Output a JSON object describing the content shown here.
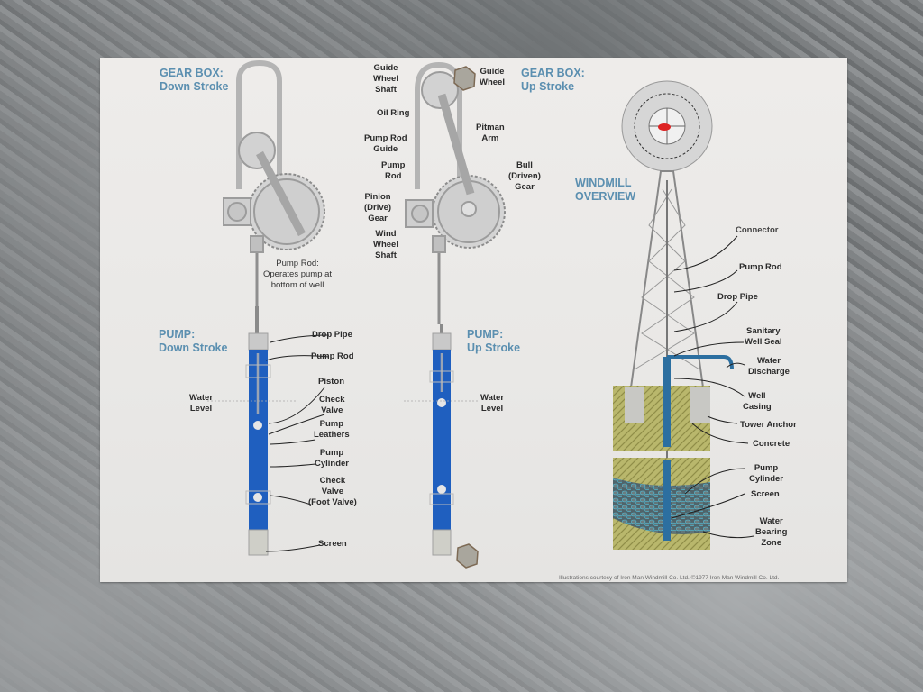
{
  "sections": {
    "gearbox_down": {
      "title": "GEAR BOX:\nDown Stroke",
      "pump_rod_note": "Pump Rod:\nOperates pump at\nbottom of well"
    },
    "gearbox_up": {
      "title": "GEAR BOX:\nUp Stroke",
      "labels": {
        "guide_wheel_shaft": "Guide\nWheel\nShaft",
        "guide_wheel": "Guide\nWheel",
        "oil_ring": "Oil Ring",
        "pitman_arm": "Pitman\nArm",
        "pump_rod_guide": "Pump Rod\nGuide",
        "pump_rod": "Pump\nRod",
        "bull_gear": "Bull\n(Driven)\nGear",
        "pinion_gear": "Pinion\n(Drive)\nGear",
        "wind_wheel_shaft": "Wind\nWheel\nShaft"
      }
    },
    "pump_down": {
      "title": "PUMP:\nDown Stroke",
      "labels": {
        "water_level": "Water\nLevel",
        "drop_pipe": "Drop Pipe",
        "pump_rod": "Pump Rod",
        "piston": "Piston",
        "check_valve": "Check\nValve",
        "pump_leathers": "Pump\nLeathers",
        "pump_cylinder": "Pump\nCylinder",
        "foot_valve": "Check\nValve\n(Foot Valve)",
        "screen": "Screen"
      }
    },
    "pump_up": {
      "title": "PUMP:\nUp Stroke",
      "labels": {
        "water_level": "Water\nLevel"
      }
    },
    "windmill": {
      "title": "WINDMILL\nOVERVIEW",
      "labels": {
        "connector": "Connector",
        "pump_rod": "Pump Rod",
        "drop_pipe": "Drop Pipe",
        "sanitary_seal": "Sanitary\nWell Seal",
        "water_discharge": "Water\nDischarge",
        "well_casing": "Well\nCasing",
        "tower_anchor": "Tower Anchor",
        "concrete": "Concrete",
        "pump_cylinder": "Pump\nCylinder",
        "screen": "Screen",
        "water_zone": "Water\nBearing\nZone"
      }
    }
  },
  "credit": "Illustrations courtesy of Iron Man Windmill Co. Ltd. ©1977 Iron Man Windmill Co. Ltd.",
  "colors": {
    "title_blue": "#5b8fb0",
    "pump_blue": "#1f5fbf",
    "soil": "#b5b36a",
    "water": "#3d8fa8",
    "panel": "#eceae8"
  }
}
